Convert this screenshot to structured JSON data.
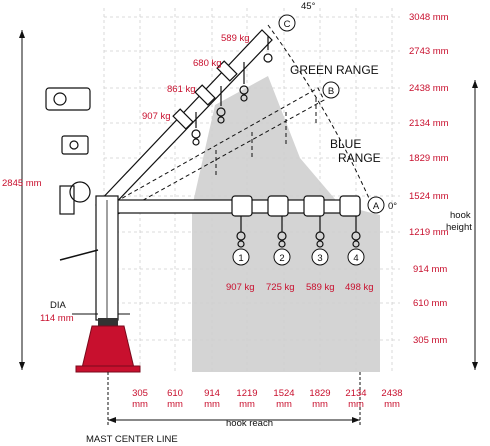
{
  "range_labels": {
    "green": "GREEN RANGE",
    "blue": "BLUE RANGE"
  },
  "angles": {
    "top": "45°",
    "right": "0°"
  },
  "position_markers": [
    "C",
    "B",
    "A"
  ],
  "hook_positions": [
    "1",
    "2",
    "3",
    "4"
  ],
  "boom_capacities_angled": [
    "589 kg",
    "680 kg",
    "861 kg",
    "907 kg"
  ],
  "boom_capacities_horizontal": [
    "907 kg",
    "725 kg",
    "589 kg",
    "498 kg"
  ],
  "height_ticks": [
    "3048 mm",
    "2743 mm",
    "2438 mm",
    "2134 mm",
    "1829 mm",
    "1524 mm",
    "1219 mm",
    "914 mm",
    "610 mm",
    "305 mm"
  ],
  "reach_ticks": [
    {
      "value": "305",
      "unit": "mm"
    },
    {
      "value": "610",
      "unit": "mm"
    },
    {
      "value": "914",
      "unit": "mm"
    },
    {
      "value": "1219",
      "unit": "mm"
    },
    {
      "value": "1524",
      "unit": "mm"
    },
    {
      "value": "1829",
      "unit": "mm"
    },
    {
      "value": "2134",
      "unit": "mm"
    },
    {
      "value": "2438",
      "unit": "mm"
    }
  ],
  "mast_height": "2845 mm",
  "dia": {
    "label": "DIA",
    "value": "114 mm"
  },
  "hook_height": {
    "line1": "hook",
    "line2": "height"
  },
  "hook_reach": "hook reach",
  "mast_center_line": "MAST CENTER LINE",
  "colors": {
    "labels_red": "#c8102e",
    "range_gray": "#d4d4d4",
    "base_red": "#c8102e"
  }
}
